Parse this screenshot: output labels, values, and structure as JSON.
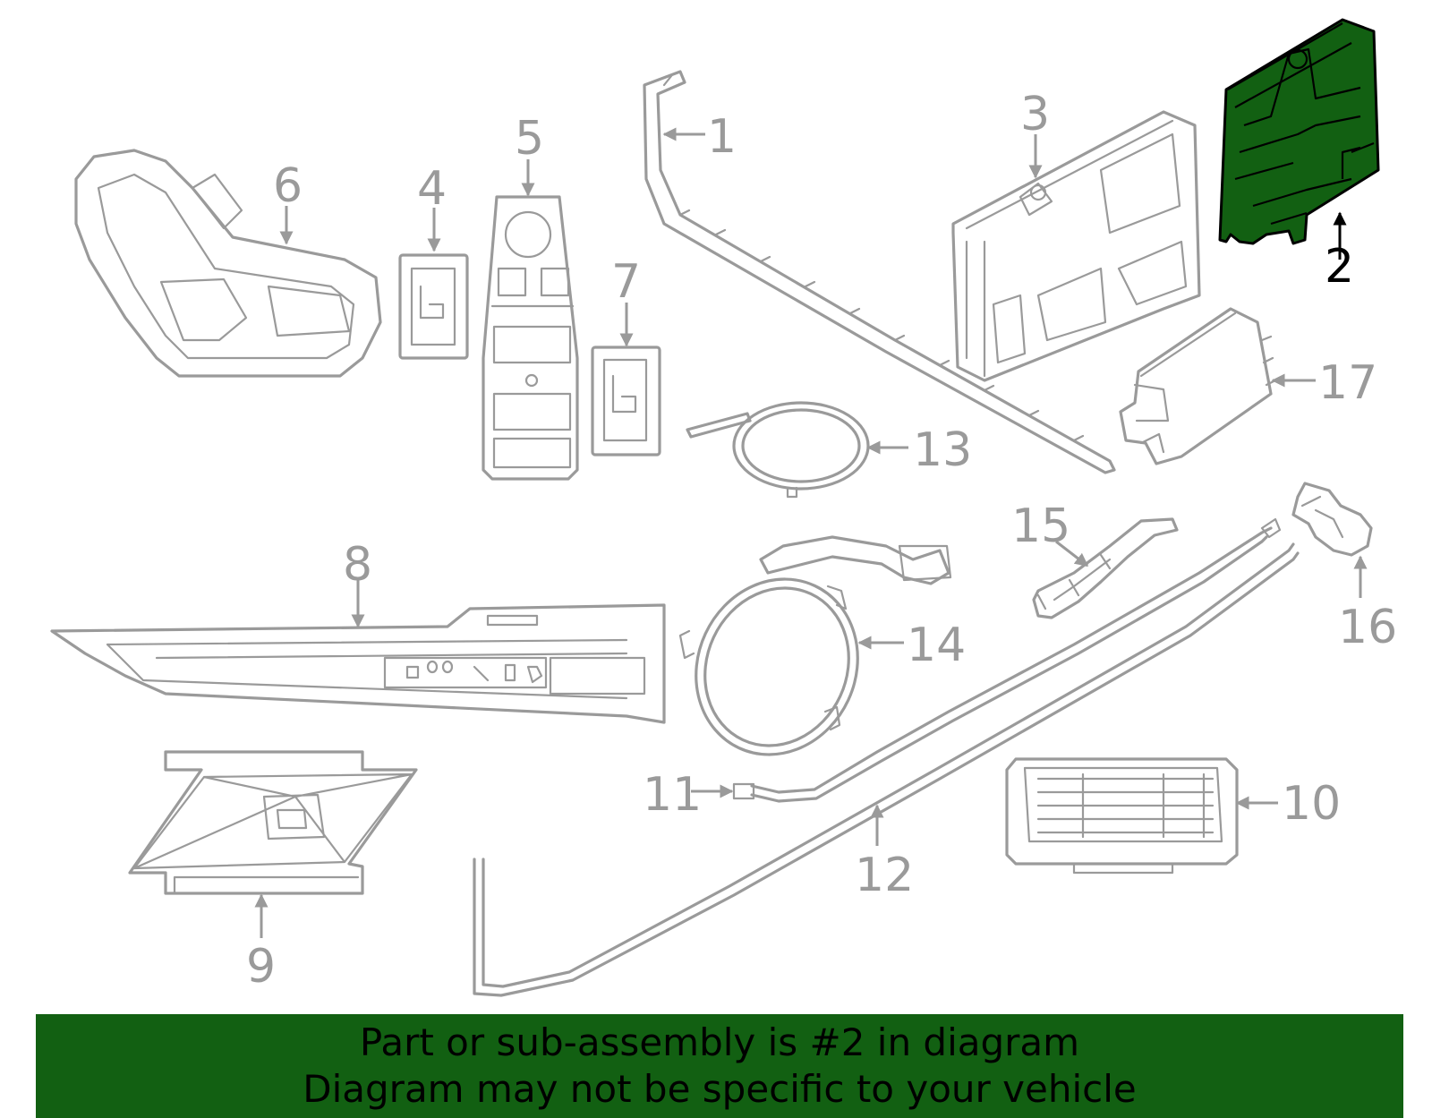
{
  "diagram": {
    "highlight_color": "#126012",
    "part_line_color": "#9a9a9a",
    "highlighted_part": "2",
    "callouts": {
      "c1": "1",
      "c2": "2",
      "c3": "3",
      "c4": "4",
      "c5": "5",
      "c6": "6",
      "c7": "7",
      "c8": "8",
      "c9": "9",
      "c10": "10",
      "c11": "11",
      "c12": "12",
      "c13": "13",
      "c14": "14",
      "c15": "15",
      "c16": "16",
      "c17": "17"
    }
  },
  "banner": {
    "line1": "Part or sub-assembly is #2 in diagram",
    "line2": "Diagram may not be specific to your vehicle"
  }
}
